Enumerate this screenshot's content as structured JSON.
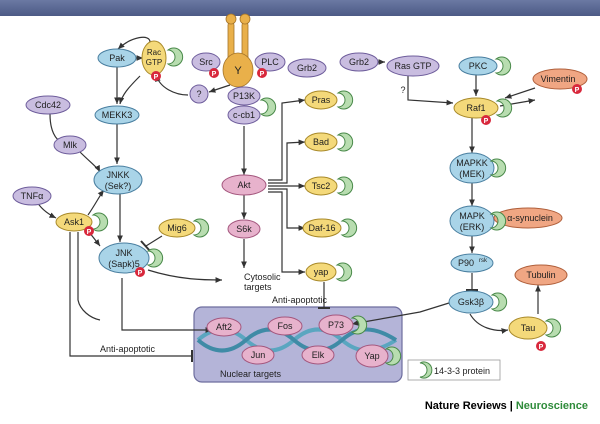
{
  "colors": {
    "blue_node": "#a9d4e8",
    "purple_node": "#c9bde0",
    "pink_node": "#e7b2cc",
    "yellow_node": "#f4d97a",
    "orange_node": "#f0a683",
    "protein_1433": "#b8ddb0",
    "phospho": "#d8283c",
    "receptor": "#e9b04a",
    "nucleus": "#b4b4d8",
    "header_bar": "#5d6b95",
    "brand_green": "#2e8b3a"
  },
  "nodes": {
    "pak": "Pak",
    "rac_line1": "Rac",
    "rac_line2": "GTP",
    "src": "Src",
    "receptor_y": "Y",
    "plc": "PLC",
    "p13k": "P13K",
    "ccb1": "c-cb1",
    "grb2_a": "Grb2",
    "grb2_b": "Grb2",
    "ras_gtp": "Ras GTP",
    "pkc": "PKC",
    "vimentin": "Vimentin",
    "cdc42": "Cdc42",
    "mekk3": "MEKK3",
    "mlk": "Mlk",
    "jnkk_line1": "JNKK",
    "jnkk_line2": "(Sek?)",
    "tnfa": "TNFα",
    "ask1": "Ask1",
    "mig6": "Mig6",
    "jnk_line1": "JNK",
    "jnk_line2": "(Sapk)5",
    "akt": "Akt",
    "s6k": "S6k",
    "pras": "Pras",
    "bad": "Bad",
    "tsc2": "Tsc2",
    "daf16": "Daf-16",
    "yap": "yap",
    "raf1": "Raf1",
    "mapkk_line1": "MAPKK",
    "mapkk_line2": "(MEK)",
    "mapk_line1": "MAPK",
    "mapk_line2": "(ERK)",
    "synuclein": "α-synuclein",
    "p90_main": "P90",
    "p90_sup": "rsk",
    "gsk3b": "Gsk3β",
    "tubulin": "Tubulin",
    "tau": "Tau"
  },
  "nucleus": {
    "aft2": "Aft2",
    "fos": "Fos",
    "p73": "P73",
    "jun": "Jun",
    "elk": "Elk",
    "yap": "Yap",
    "label": "Nuclear targets"
  },
  "labels": {
    "q1": "?",
    "q2": "?",
    "cytosolic_line1": "Cytosolic",
    "cytosolic_line2": "targets",
    "anti_apoptotic_top": "Anti-apoptotic",
    "anti_apoptotic_bottom": "Anti-apoptotic",
    "phospho_symbol": "P"
  },
  "legend": {
    "label": "14-3-3 protein"
  },
  "footer": {
    "brand": "Nature Reviews",
    "separator": "|",
    "sub": "Neuroscience"
  }
}
